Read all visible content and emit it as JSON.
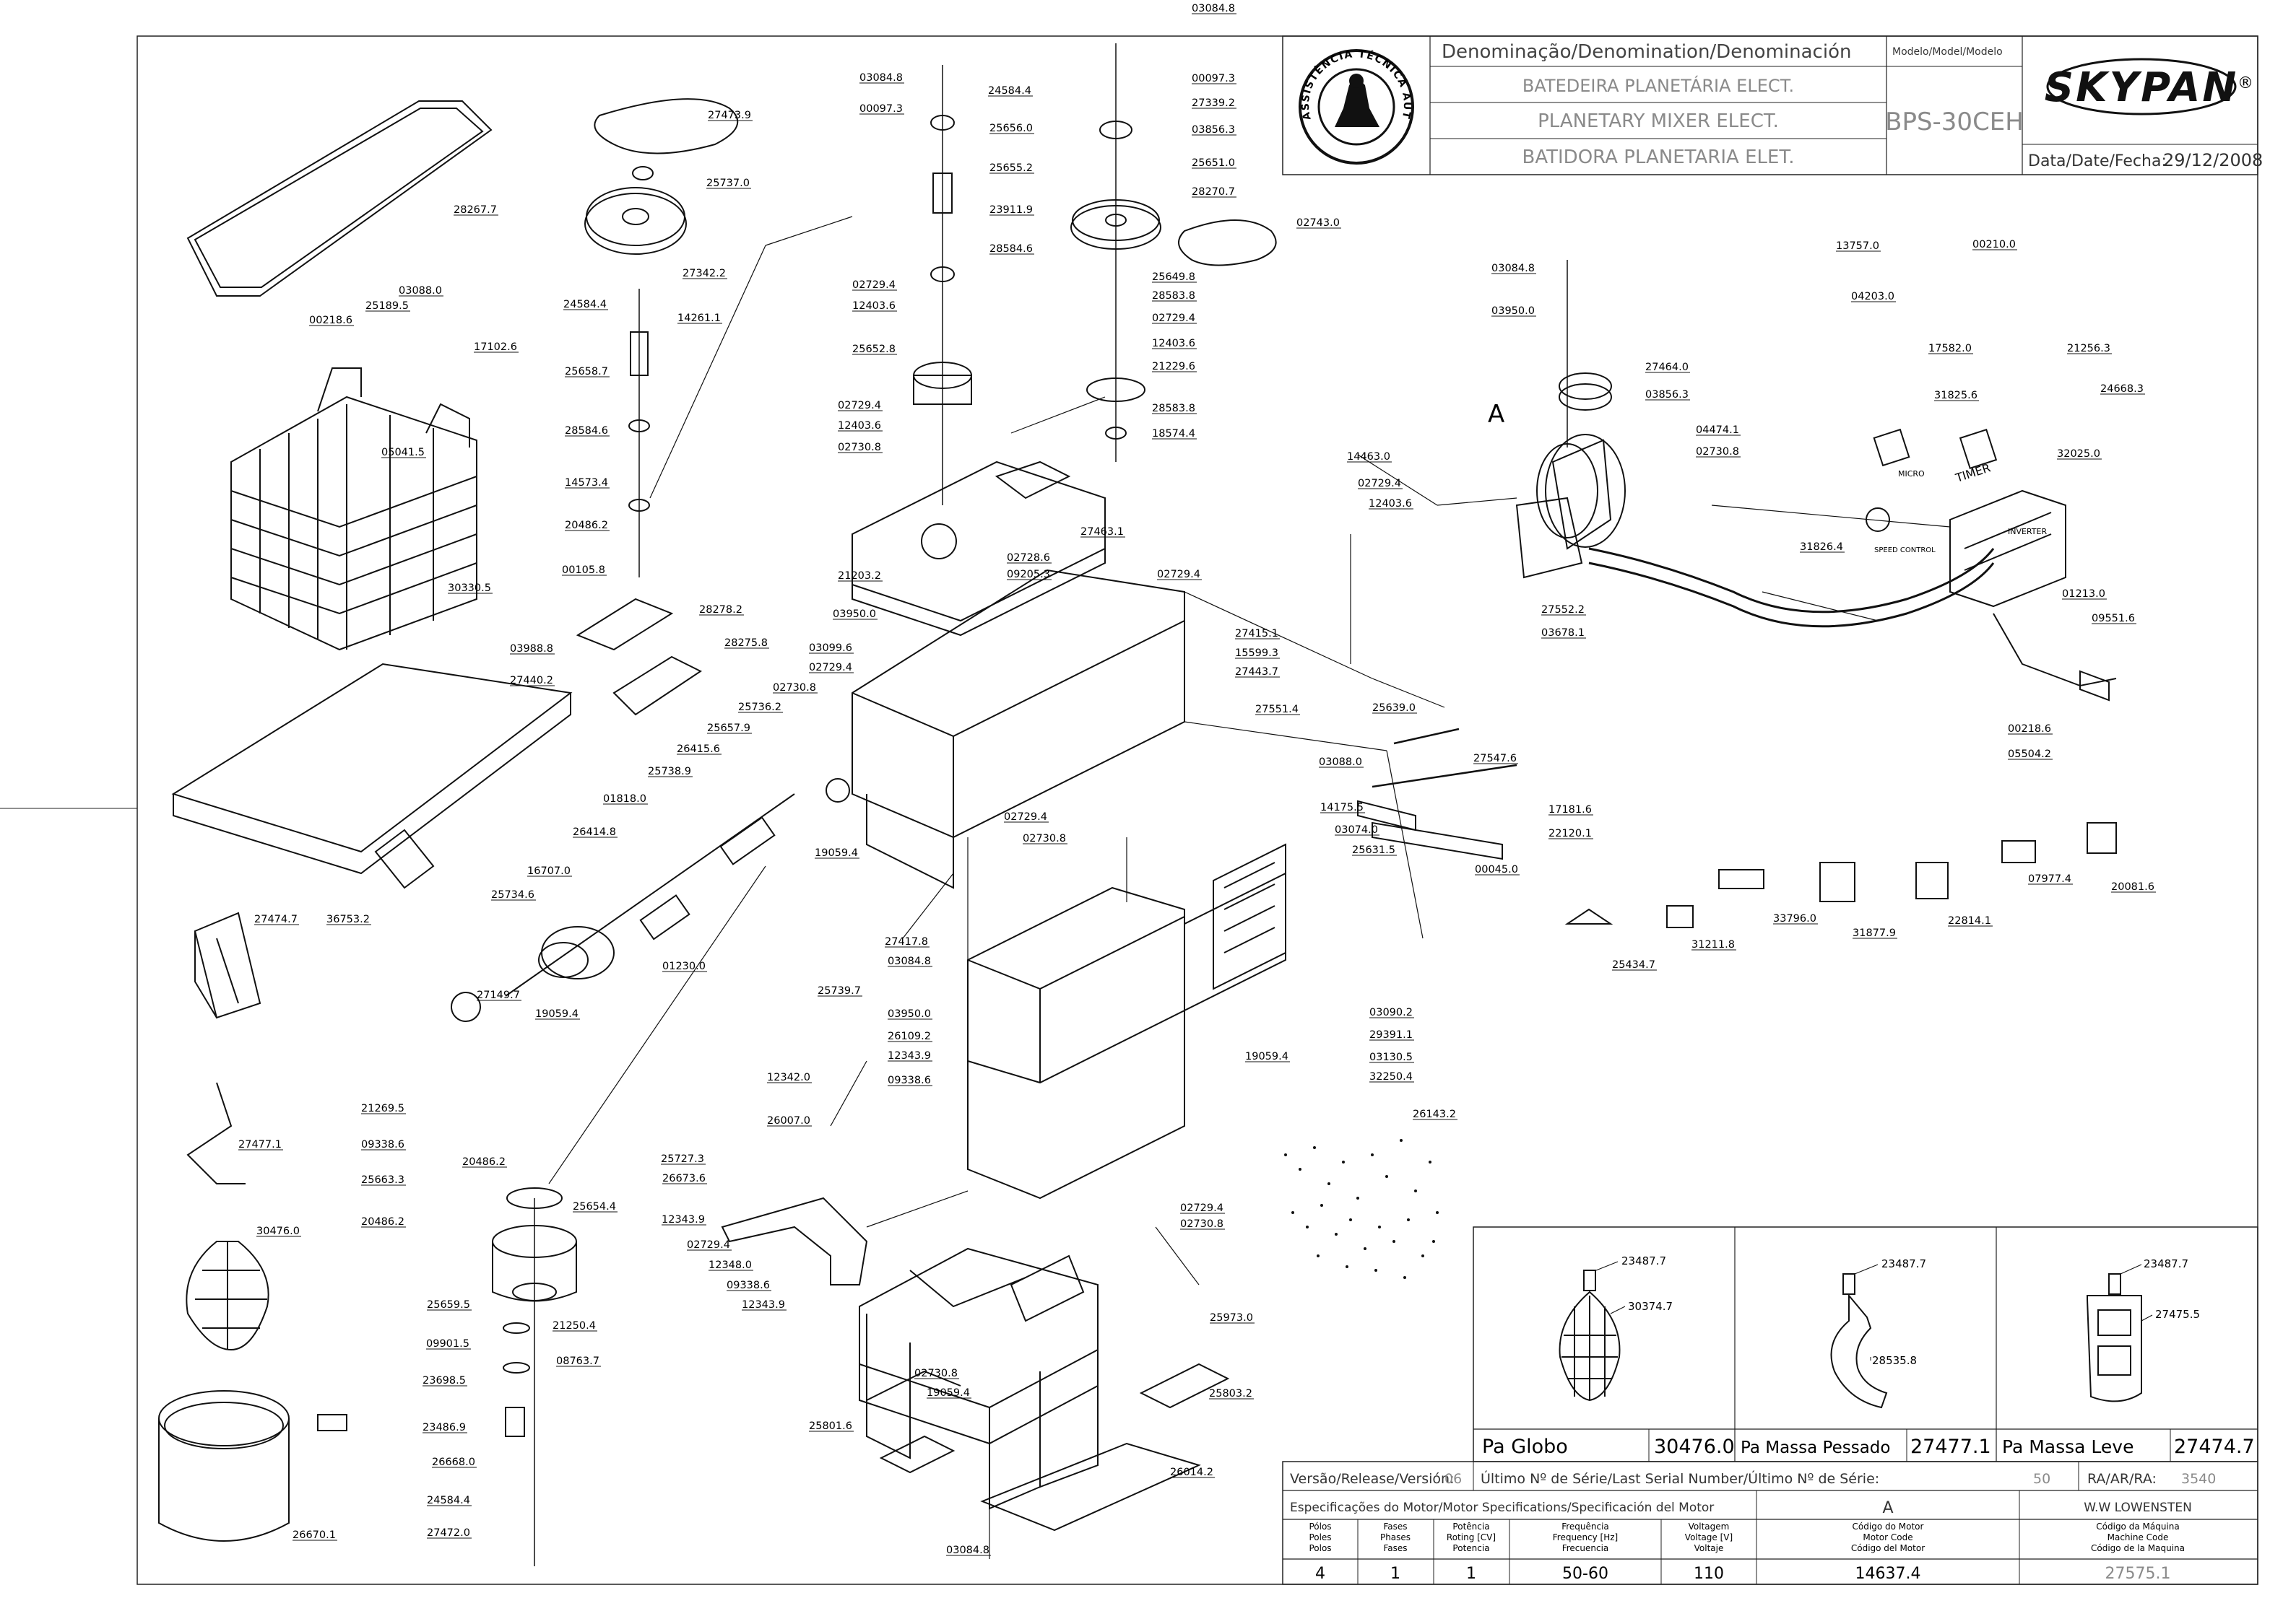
{
  "title_block": {
    "denomination_header": "Denominação/Denomination/Denominación",
    "model_header": "Modelo/Model/Modelo",
    "name_pt": "BATEDEIRA PLANETÁRIA ELECT.",
    "name_en": "PLANETARY MIXER ELECT.",
    "name_es": "BATIDORA PLANETARIA ELET.",
    "model": "BPS-30CEH",
    "brand": "SKYPAN",
    "brand_mark": "®",
    "seal_text_top": "ASSISTÊNCIA TÉCNICA AUTORIZADA",
    "date_label": "Data/Date/Fecha:",
    "date": "29/12/2008"
  },
  "motor_label": "A",
  "part_labels": [
    "27473.9",
    "28267.7",
    "25737.0",
    "27342.2",
    "24584.4",
    "14261.1",
    "00218.6",
    "25189.5",
    "03088.0",
    "17102.6",
    "25658.7",
    "28584.6",
    "14573.4",
    "20486.2",
    "00105.8",
    "05041.5",
    "30330.5",
    "03988.8",
    "27440.2",
    "28278.2",
    "28275.8",
    "03084.8",
    "00097.3",
    "24584.4",
    "25656.0",
    "25655.2",
    "23911.9",
    "28584.6",
    "02729.4",
    "12403.6",
    "25652.8",
    "02729.4",
    "12403.6",
    "02730.8",
    "03084.8",
    "00097.3",
    "27339.2",
    "03856.3",
    "25651.0",
    "28270.7",
    "02743.0",
    "25649.8",
    "28583.8",
    "02729.4",
    "12403.6",
    "21229.6",
    "28583.8",
    "18574.4",
    "27463.1",
    "02728.6",
    "09205.3",
    "02729.4",
    "21203.2",
    "03950.0",
    "03099.6",
    "02729.4",
    "02730.8",
    "25736.2",
    "25657.9",
    "26415.6",
    "25738.9",
    "01818.0",
    "26414.8",
    "16707.0",
    "25734.6",
    "01230.0",
    "19059.4",
    "27149.7",
    "19059.4",
    "36753.2",
    "27474.7",
    "03084.8",
    "03950.0",
    "27464.0",
    "03856.3",
    "04474.1",
    "02730.8",
    "14463.0",
    "02729.4",
    "12403.6",
    "27552.2",
    "03678.1",
    "27415.1",
    "15599.3",
    "27443.7",
    "27551.4",
    "25639.0",
    "27547.6",
    "03088.0",
    "14175.5",
    "03074.0",
    "25631.5",
    "17181.6",
    "22120.1",
    "00045.0",
    "13757.0",
    "00210.0",
    "04203.0",
    "17582.0",
    "21256.3",
    "31825.6",
    "24668.3",
    "32025.0",
    "31826.4",
    "01213.0",
    "09551.6",
    "00218.6",
    "05504.2",
    "07977.4",
    "20081.6",
    "33796.0",
    "31877.9",
    "22814.1",
    "25434.7",
    "31211.8",
    "02729.4",
    "02730.8",
    "27417.8",
    "03084.8",
    "25739.7",
    "03950.0",
    "26109.2",
    "12343.9",
    "09338.6",
    "03090.2",
    "29391.1",
    "03130.5",
    "32250.4",
    "19059.4",
    "12342.0",
    "26007.0",
    "25727.3",
    "26673.6",
    "12343.9",
    "02729.4",
    "12348.0",
    "09338.6",
    "12343.9",
    "02729.4",
    "02730.8",
    "25973.0",
    "02730.8",
    "19059.4",
    "25801.6",
    "25803.2",
    "26014.2",
    "03084.8",
    "26143.2",
    "21269.5",
    "09338.6",
    "25663.3",
    "20486.2",
    "20486.2",
    "25654.4",
    "25659.5",
    "21250.4",
    "09901.5",
    "08763.7",
    "23698.5",
    "23486.9",
    "26668.0",
    "24584.4",
    "27472.0",
    "26670.1",
    "27477.1",
    "30476.0"
  ],
  "accessories": {
    "panels": [
      {
        "part_a": "23487.7",
        "part_b": "30374.7",
        "name": "Pa Globo",
        "code": "30476.0"
      },
      {
        "part_a": "23487.7",
        "part_b": "28535.8",
        "name": "Pa Massa Pessado",
        "code": "27477.1"
      },
      {
        "part_a": "23487.7",
        "part_b": "27475.5",
        "name": "Pa Massa Leve",
        "code": "27474.7"
      }
    ]
  },
  "release": {
    "version_label": "Versão/Release/Versión:",
    "version": "06",
    "serial_label": "Último Nº de Série/Last Serial Number/Último Nº de Série:",
    "serial": "50",
    "ra_label": "RA/AR/RA:",
    "ra": "3540"
  },
  "motor_specs": {
    "header": "Especificações do Motor/Motor Specifications/Specificación del Motor",
    "motor_id": "A",
    "manufacturer": "W.W LOWENSTEN",
    "columns": [
      {
        "l1": "Pólos",
        "l2": "Poles",
        "l3": "Polos",
        "value": "4"
      },
      {
        "l1": "Fases",
        "l2": "Phases",
        "l3": "Fases",
        "value": "1"
      },
      {
        "l1": "Potência",
        "l2": "Roting [CV]",
        "l3": "Potencia",
        "value": "1"
      },
      {
        "l1": "Frequência",
        "l2": "Frequency [Hz]",
        "l3": "Frecuencia",
        "value": "50-60"
      },
      {
        "l1": "Voltagem",
        "l2": "Voltage [V]",
        "l3": "Voltaje",
        "value": "110"
      },
      {
        "l1": "Código do Motor",
        "l2": "Motor Code",
        "l3": "Código del Motor",
        "value": "14637.4"
      },
      {
        "l1": "Código da Máquina",
        "l2": "Machine Code",
        "l3": "Código de la Maquina",
        "value": "27575.1"
      }
    ]
  },
  "component_labels": {
    "timer": "TIMER",
    "micro": "MICRO",
    "speed_control": "SPEED CONTROL",
    "inverter": "INVERTER"
  }
}
